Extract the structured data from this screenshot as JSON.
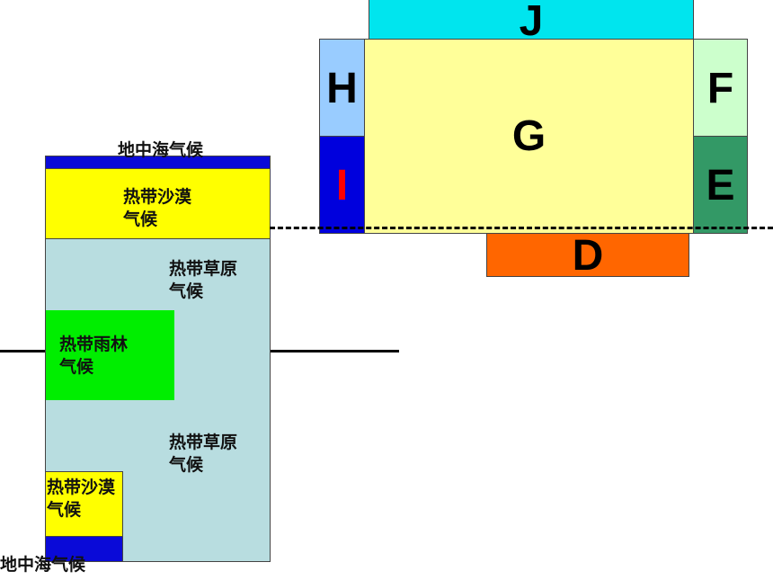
{
  "left_diagram": {
    "top_label": "地中海气候",
    "top_desert": "热带沙漠\n气候",
    "upper_savanna": "热带草原\n气候",
    "rainforest": "热带雨林\n气候",
    "lower_savanna": "热带草原\n气候",
    "bottom_desert": "热带沙漠\n气候",
    "bottom_label": "地中海气候"
  },
  "right_diagram": {
    "J": "J",
    "H": "H",
    "G": "G",
    "F": "F",
    "I": "I",
    "E": "E",
    "D": "D"
  },
  "colors": {
    "mediterranean": "#0a0ad8",
    "desert": "#ffff00",
    "savanna": "#b8dde0",
    "rainforest": "#00ee00",
    "J": "#00e5ee",
    "H": "#99ccff",
    "G": "#ffff99",
    "F": "#ccffcc",
    "I": "#0000dd",
    "E": "#339966",
    "D": "#ff6600",
    "I_text": "#ff0000"
  }
}
